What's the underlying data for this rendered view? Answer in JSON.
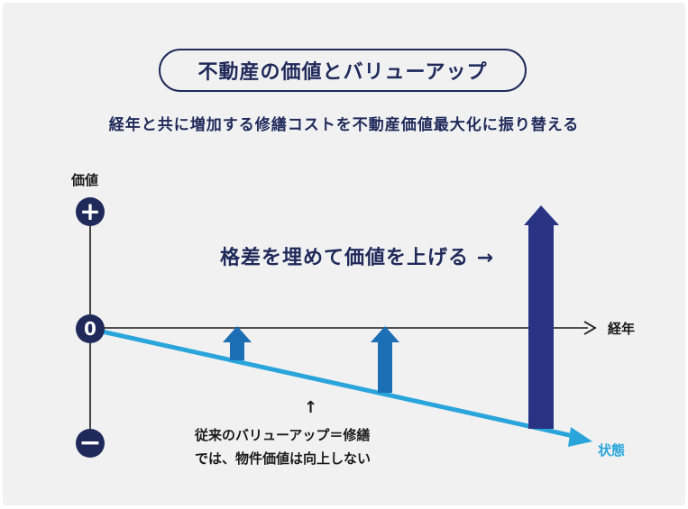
{
  "title": "不動産の価値とバリューアップ",
  "subtitle": "経年と共に増加する修繕コストを不動産価値最大化に振り替える",
  "axes": {
    "y_label": "価値",
    "x_label": "経年",
    "plus_symbol": "+",
    "zero_symbol": "0",
    "minus_symbol": "−"
  },
  "state_label": "状態",
  "gap_annotation": "格差を埋めて価値を上げる →",
  "note": {
    "arrow": "↑",
    "line1": "従来のバリューアップ＝修繕",
    "line2": "では、物件価値は向上しない"
  },
  "colors": {
    "navy": "#1f2a5a",
    "state_line": "#2aa5db",
    "small_arrow": "#1c6fb4",
    "big_arrow": "#283483"
  }
}
